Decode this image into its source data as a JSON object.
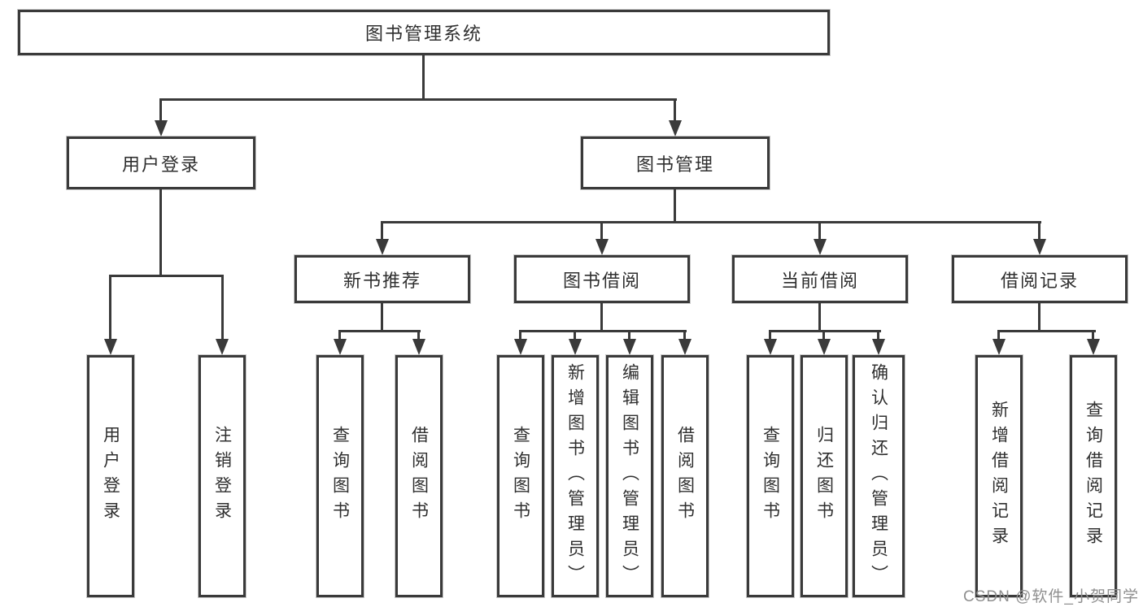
{
  "diagram": {
    "root": {
      "label": "图书管理系统"
    },
    "branches": [
      {
        "label": "用户登录",
        "children": [
          {
            "label": "用户登录"
          },
          {
            "label": "注销登录"
          }
        ]
      },
      {
        "label": "图书管理",
        "sections": [
          {
            "label": "新书推荐",
            "children": [
              {
                "label": "查询图书"
              },
              {
                "label": "借阅图书"
              }
            ]
          },
          {
            "label": "图书借阅",
            "children": [
              {
                "label": "查询图书"
              },
              {
                "label": "新增图书（管理员）"
              },
              {
                "label": "编辑图书（管理员）"
              },
              {
                "label": "借阅图书"
              }
            ]
          },
          {
            "label": "当前借阅",
            "children": [
              {
                "label": "查询图书"
              },
              {
                "label": "归还图书"
              },
              {
                "label": "确认归还（管理员）"
              }
            ]
          },
          {
            "label": "借阅记录",
            "children": [
              {
                "label": "新增借阅记录"
              },
              {
                "label": "查询借阅记录"
              }
            ]
          }
        ]
      }
    ]
  },
  "watermark": {
    "text": "CSDN @软件_小贺同学",
    "color": "#8f8f8f"
  },
  "colors": {
    "line": "#3a3a3a",
    "text": "#2f2f2f",
    "background": "#ffffff"
  }
}
